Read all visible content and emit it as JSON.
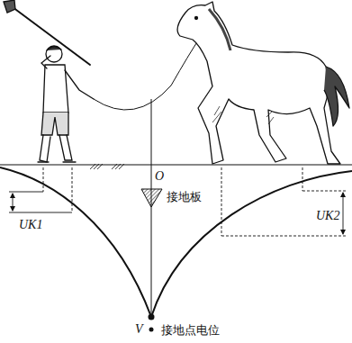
{
  "diagram": {
    "labels": [
      "UK1",
      "O",
      "接地板",
      "UK2",
      "V",
      "接地点电位"
    ]
  }
}
